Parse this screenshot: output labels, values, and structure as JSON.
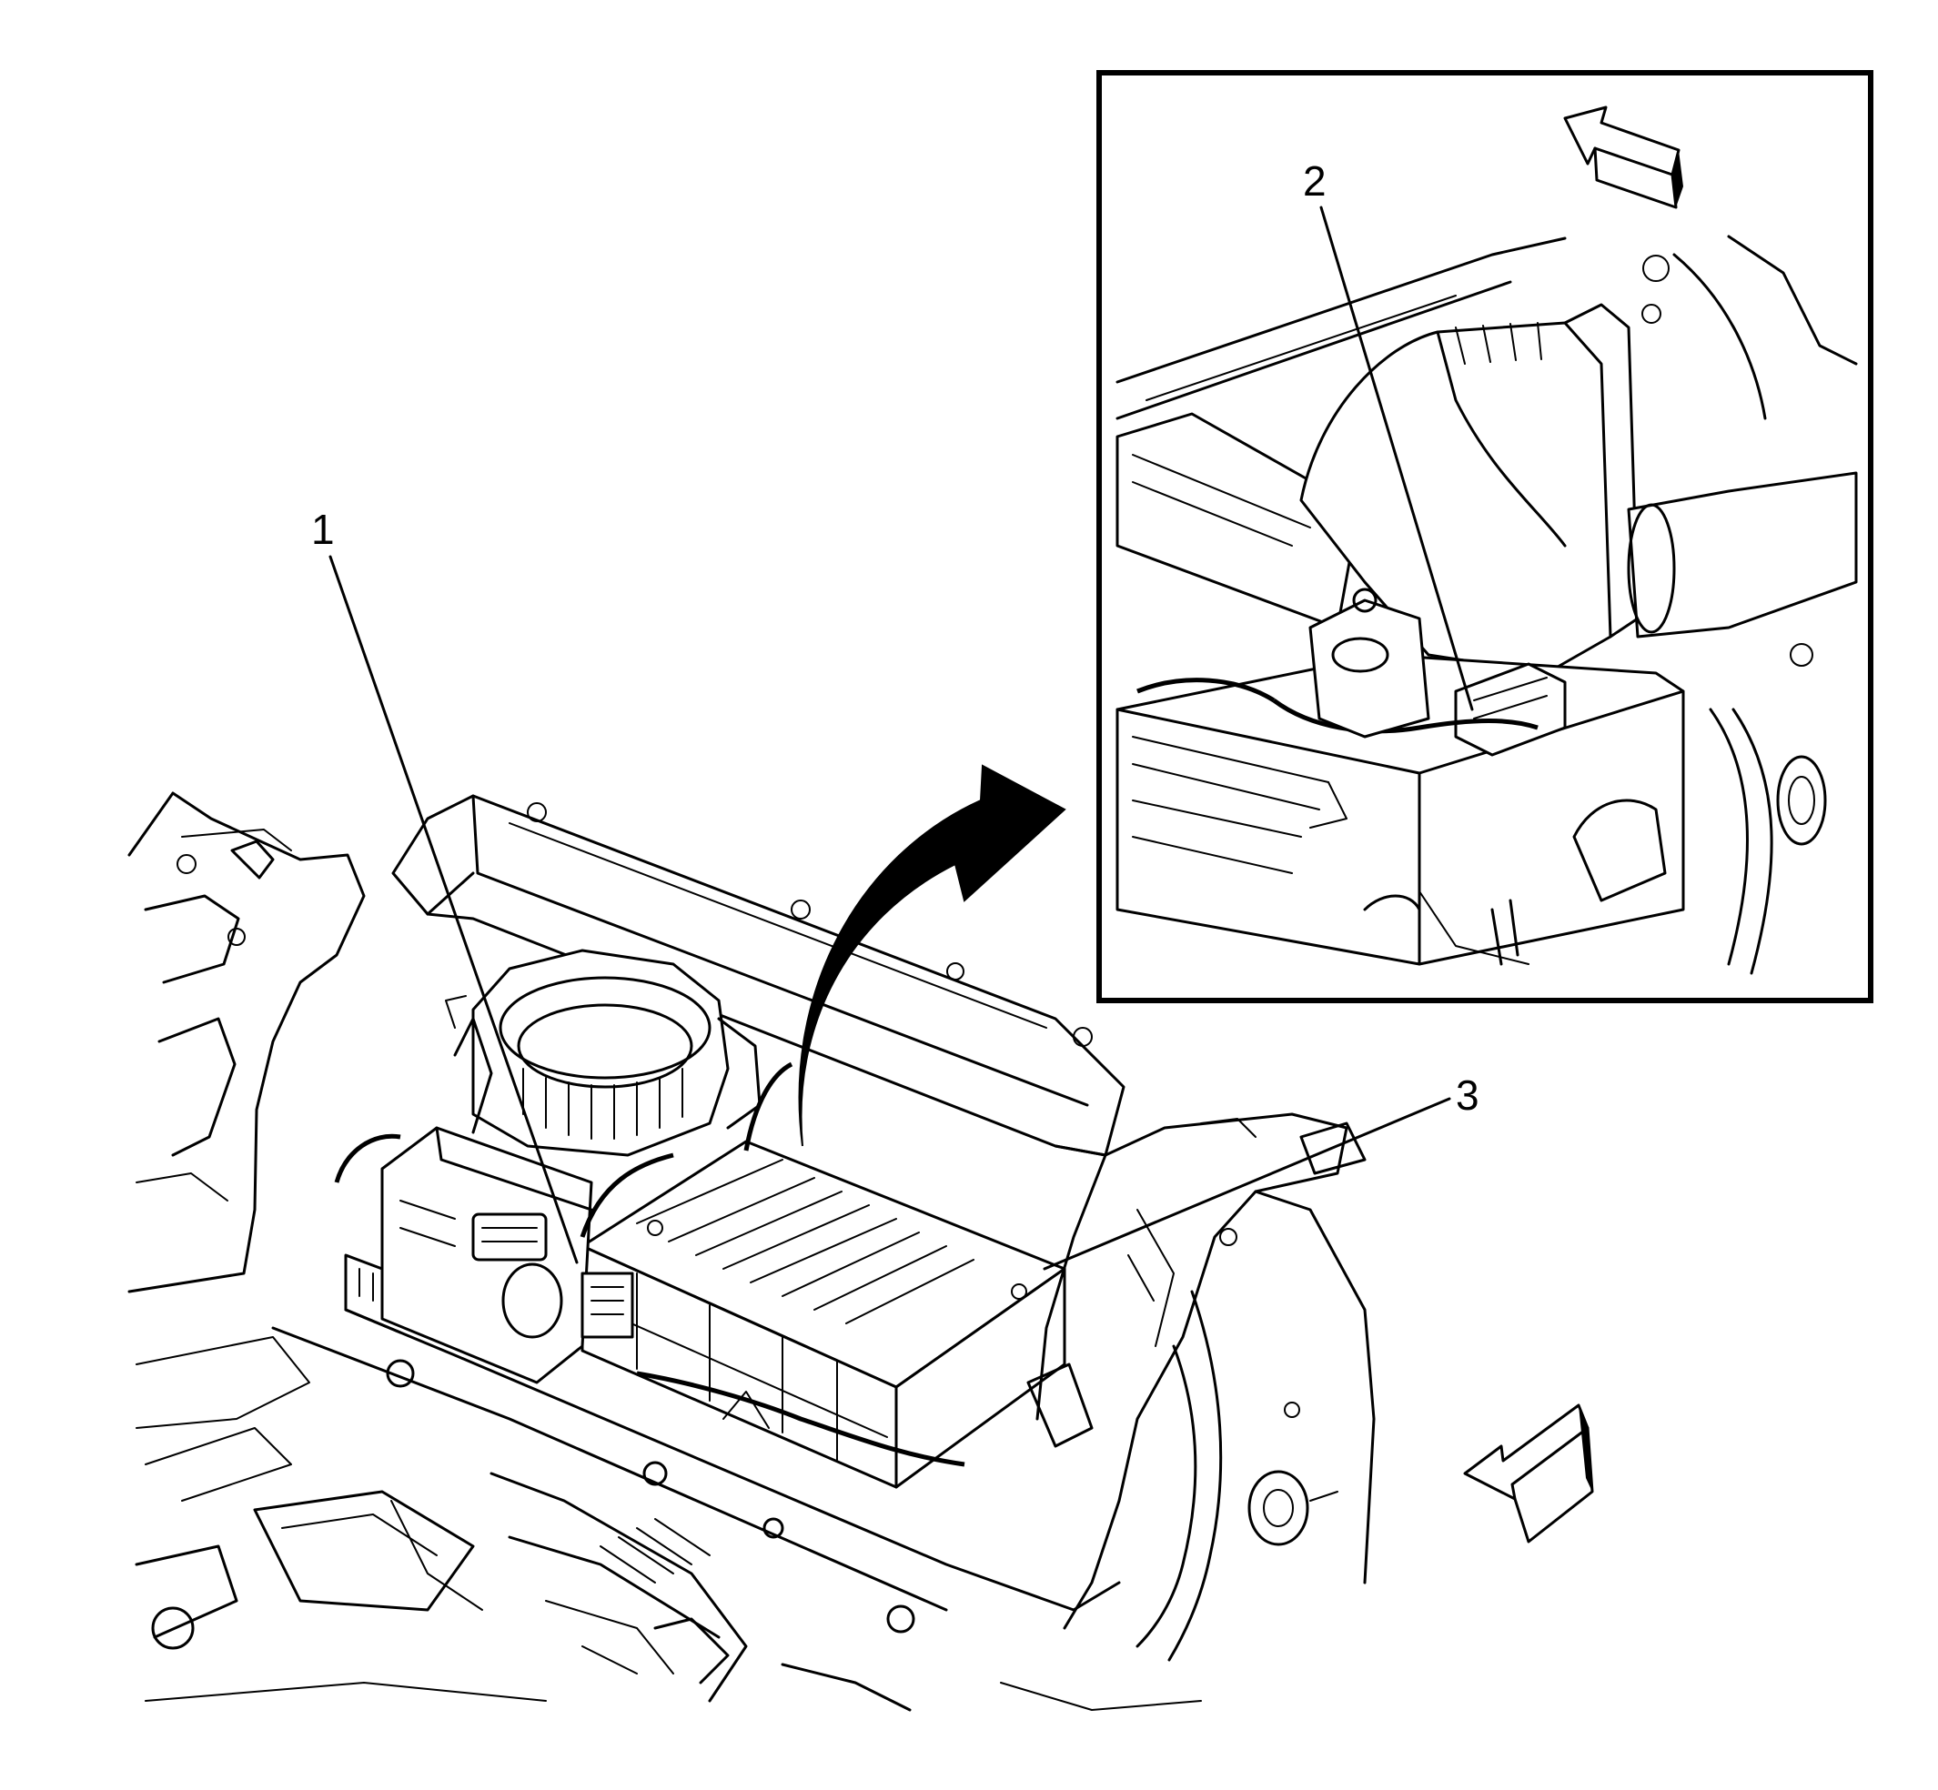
{
  "callouts": {
    "battery_disconnect_area": "1",
    "detail_connector": "2",
    "battery_cover": "3"
  },
  "colors": {
    "line": "#000000",
    "background": "#ffffff"
  },
  "icons": {
    "transfer_arrow": "curved-arrow-icon",
    "orientation_main": "forward-direction-arrow-icon",
    "orientation_detail": "forward-direction-arrow-icon"
  }
}
